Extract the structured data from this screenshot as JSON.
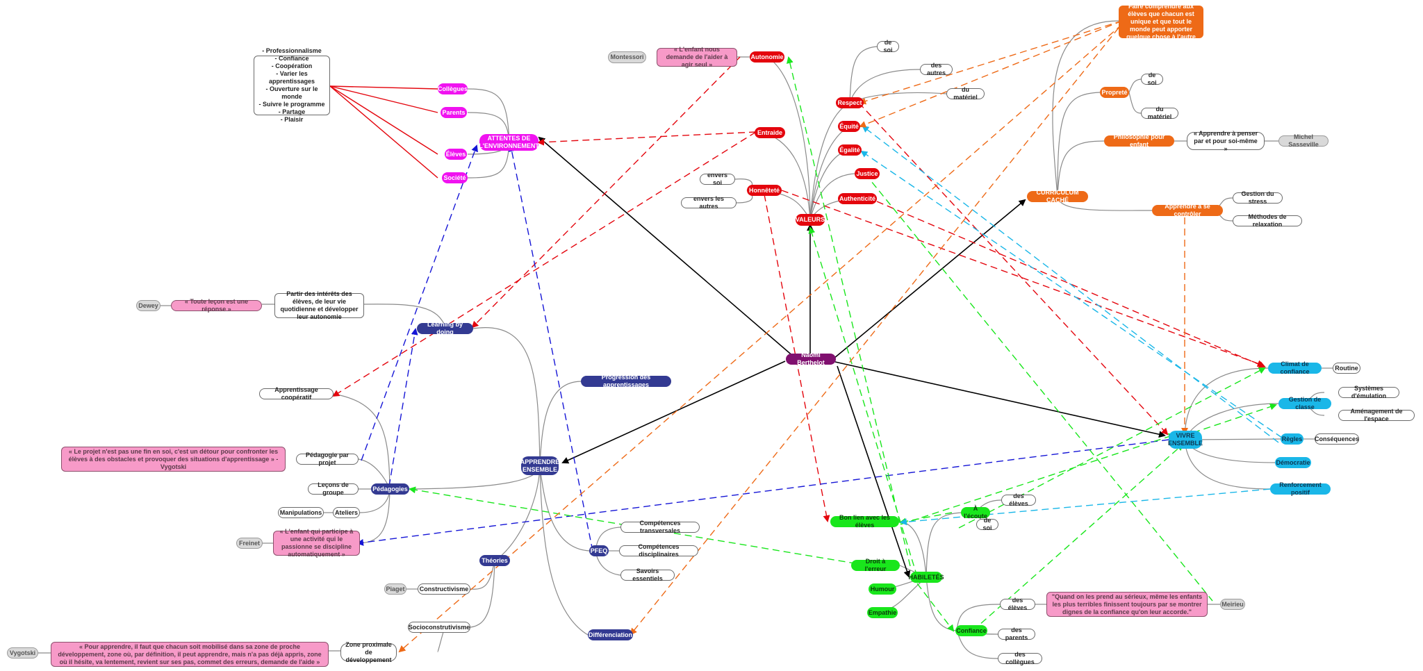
{
  "root": "Naomi Berthelot",
  "valeurs": {
    "title": "VALEURS",
    "autonomie": "Autonomie",
    "autonomie_quote": "« L'enfant nous demande de l'aider à agir seul »",
    "montessori": "Montessori",
    "entraide": "Entraide",
    "honnetete": "Honnêteté",
    "envers_soi": "envers soi",
    "envers_autres": "envers les autres",
    "respect": "Respect",
    "de_soi": "de soi",
    "des_autres": "des autres",
    "du_materiel": "du matériel",
    "equite": "Équité",
    "egalite": "Égalité",
    "justice": "Justice",
    "authenticite": "Authenticité"
  },
  "attentes": {
    "title": "ATTENTES DE L'ENVIRONNEMENT",
    "collegues": "Collègues",
    "parents": "Parents",
    "eleves": "Élèves",
    "societe": "Société",
    "note_lines": [
      "- Professionnalisme",
      "- Confiance",
      "- Coopération",
      "- Varier les apprentissages",
      "- Ouverture sur le monde",
      "- Suivre le programme",
      "- Partage",
      "- Plaisir"
    ]
  },
  "curriculum": {
    "title": "CURRICULUM CACHÉ",
    "note": "Faire comprendre aux élèves que chacun est unique et que tout le monde peut apporter quelque chose à l'autre",
    "proprete": "Propreté",
    "de_soi": "de soi",
    "du_materiel": "du matériel",
    "philo": "Philosophie pour enfant",
    "philo_quote": "« Apprendre à penser par et pour soi-même »",
    "sasseville": "Michel Sasseville",
    "controler": "Apprendre à se contrôler",
    "stress": "Gestion du stress",
    "relaxation": "Méthodes de relaxation"
  },
  "vivre": {
    "title": "VIVRE ENSEMBLE",
    "climat": "Climat de confiance",
    "routine": "Routine",
    "gestion": "Gestion de classe",
    "emulation": "Systèmes d'émulation",
    "amenagement": "Aménagement de l'espace",
    "regles": "Règles",
    "consequences": "Conséquences",
    "democratie": "Démocratie",
    "renforcement": "Renforcement positif"
  },
  "habiletes": {
    "title": "HABILETÉS",
    "bon_lien": "Bon lien avec les élèves",
    "ecoute": "À l'écoute",
    "des_eleves": "des élèves",
    "de_soi": "de soi",
    "droit_erreur": "Droit à l'erreur",
    "humour": "Humour",
    "empathie": "Empathie",
    "confiance": "Confiance",
    "conf_eleves": "des élèves",
    "conf_parents": "des parents",
    "conf_collegues": "des collègues",
    "meirieu_quote": "\"Quand on les prend au sérieux, même les enfants les plus terribles finissent toujours par se montrer dignes de la confiance qu'on leur accorde.\"",
    "meirieu": "Meirieu"
  },
  "apprendre": {
    "title": "APPRENDRE ENSEMBLE",
    "progression": "Progression des apprentissages",
    "learning": "Learning by doing",
    "partir": "Partir des intérêts des élèves, de leur vie quotidienne et développer leur autonomie",
    "dewey_quote": "« Toute leçon est une réponse »",
    "dewey": "Dewey",
    "pedagogies": "Pédagogies",
    "coop": "Apprentissage coopératif",
    "projet": "Pédagogie par projet",
    "projet_quote": "« Le projet n'est pas une fin en soi, c'est un détour pour confronter les élèves à des obstacles et provoquer des situations d'apprentissage » - Vygotski",
    "lecons": "Leçons de groupe",
    "ateliers": "Ateliers",
    "manipulations": "Manipulations",
    "freinet_quote": "« L'enfant qui participe à une activité qui le passionne se discipline automatiquement »",
    "freinet": "Freinet",
    "pfeq": "PFEQ",
    "comp_trans": "Compétences transversales",
    "comp_disc": "Compétences disciplinaires",
    "savoirs": "Savoirs essentiels",
    "theories": "Théories",
    "constructivisme": "Constructivisme",
    "piaget": "Piaget",
    "socio": "Socioconstrutivisme",
    "zone": "Zone proximale de développement",
    "vygotski_quote": "« Pour apprendre, il faut que chacun soit mobilisé dans sa zone de proche développement, zone où, par définition, il peut apprendre, mais n'a pas déjà appris, zone où il hésite, va lentement, revient sur ses pas, commet des erreurs, demande de l'aide »",
    "vygotski": "Vygotski",
    "differenciation": "Différenciation"
  },
  "colors": {
    "valeurs": "#e4050d",
    "attentes": "#f012f0",
    "apprendre": "#333a92",
    "habiletes": "#19e61c",
    "vivre": "#1ab7e8",
    "curriculum": "#ee6a17",
    "root": "#80106f"
  }
}
